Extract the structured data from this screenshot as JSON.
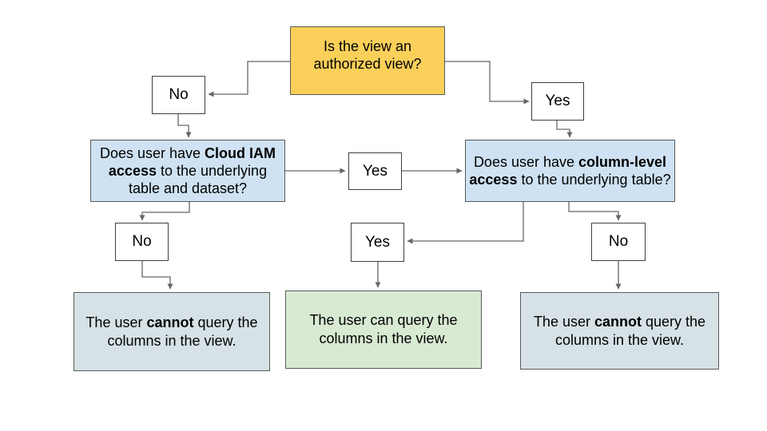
{
  "diagram": {
    "title_hint": "Authorized view column query flowchart",
    "colors": {
      "background": "#ffffff",
      "decision_fill": "#FAD05A",
      "question_fill": "#CFE2F3",
      "result_positive_fill": "#D9EAD3",
      "result_negative_fill": "#D6E2E6",
      "box_border": "#595959",
      "label_box_border": "#3F3F3F",
      "connector": "#666666",
      "text": "#000000"
    },
    "nodes": {
      "root": {
        "label": "Is the view an authorized view?"
      },
      "root_no": {
        "label": "No"
      },
      "root_yes": {
        "label": "Yes"
      },
      "iam_question": {
        "pre": "Does user have ",
        "bold": "Cloud IAM access",
        "post": " to the underlying table and dataset?"
      },
      "iam_yes": {
        "label": "Yes"
      },
      "column_question": {
        "pre": "Does user have ",
        "bold": "column-level access",
        "post": " to the underlying table?"
      },
      "iam_no": {
        "label": "No"
      },
      "column_yes": {
        "label": "Yes"
      },
      "column_no": {
        "label": "No"
      },
      "result_left": {
        "pre": "The user ",
        "bold": "cannot",
        "post": " query the columns in the view."
      },
      "result_middle": {
        "label": "The user can query the columns in the view."
      },
      "result_right": {
        "pre": "The user ",
        "bold": "cannot",
        "post": " query the columns in the view."
      }
    },
    "edges": [
      {
        "from": "root",
        "to": "root_no"
      },
      {
        "from": "root",
        "to": "root_yes"
      },
      {
        "from": "root_no",
        "to": "iam_question"
      },
      {
        "from": "root_yes",
        "to": "column_question"
      },
      {
        "from": "iam_question",
        "to": "iam_yes"
      },
      {
        "from": "iam_yes",
        "to": "column_question"
      },
      {
        "from": "iam_question",
        "to": "iam_no"
      },
      {
        "from": "iam_no",
        "to": "result_left"
      },
      {
        "from": "column_question",
        "to": "column_yes"
      },
      {
        "from": "column_yes",
        "to": "result_middle"
      },
      {
        "from": "column_question",
        "to": "column_no"
      },
      {
        "from": "column_no",
        "to": "result_right"
      }
    ]
  }
}
